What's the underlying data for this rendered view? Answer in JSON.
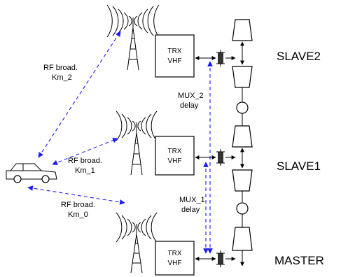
{
  "stations": [
    {
      "name": "SLAVE2",
      "trx_line1": "TRX",
      "trx_line2": "VHF"
    },
    {
      "name": "SLAVE1",
      "trx_line1": "TRX",
      "trx_line2": "VHF"
    },
    {
      "name": "MASTER",
      "trx_line1": "TRX",
      "trx_line2": "VHF"
    }
  ],
  "rf_labels": [
    {
      "line1": "RF broad.",
      "line2": "Km_2"
    },
    {
      "line1": "RF broad.",
      "line2": "Km_1"
    },
    {
      "line1": "RF broad.",
      "line2": "Km_0"
    }
  ],
  "mux_labels": [
    {
      "line1": "MUX_2",
      "line2": "delay"
    },
    {
      "line1": "MUX_1",
      "line2": "delay"
    }
  ],
  "colors": {
    "link": "#1a1aff",
    "line": "#000000"
  }
}
